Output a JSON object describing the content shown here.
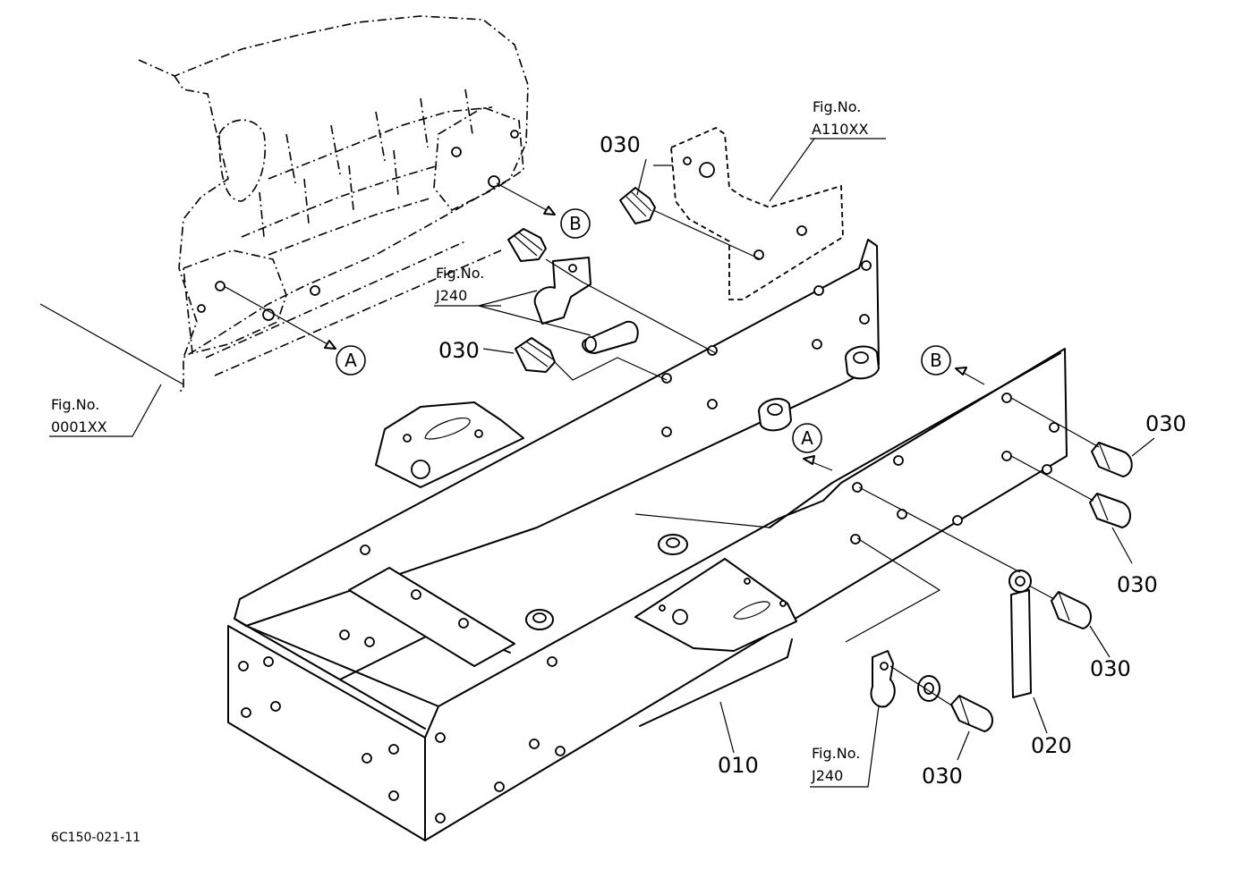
{
  "part_numbers": {
    "frame": "010",
    "strap": "020",
    "bolt": "030"
  },
  "fig_refs": {
    "engine": {
      "title": "Fig.No.",
      "code": "0001XX"
    },
    "bracket": {
      "title": "Fig.No.",
      "code": "A110XX"
    },
    "clamp_upper": {
      "title": "Fig.No.",
      "code": "J240"
    },
    "clamp_lower": {
      "title": "Fig.No.",
      "code": "J240"
    }
  },
  "markers": {
    "a": "A",
    "b": "B"
  },
  "drawing_code": "6C150-021-11"
}
